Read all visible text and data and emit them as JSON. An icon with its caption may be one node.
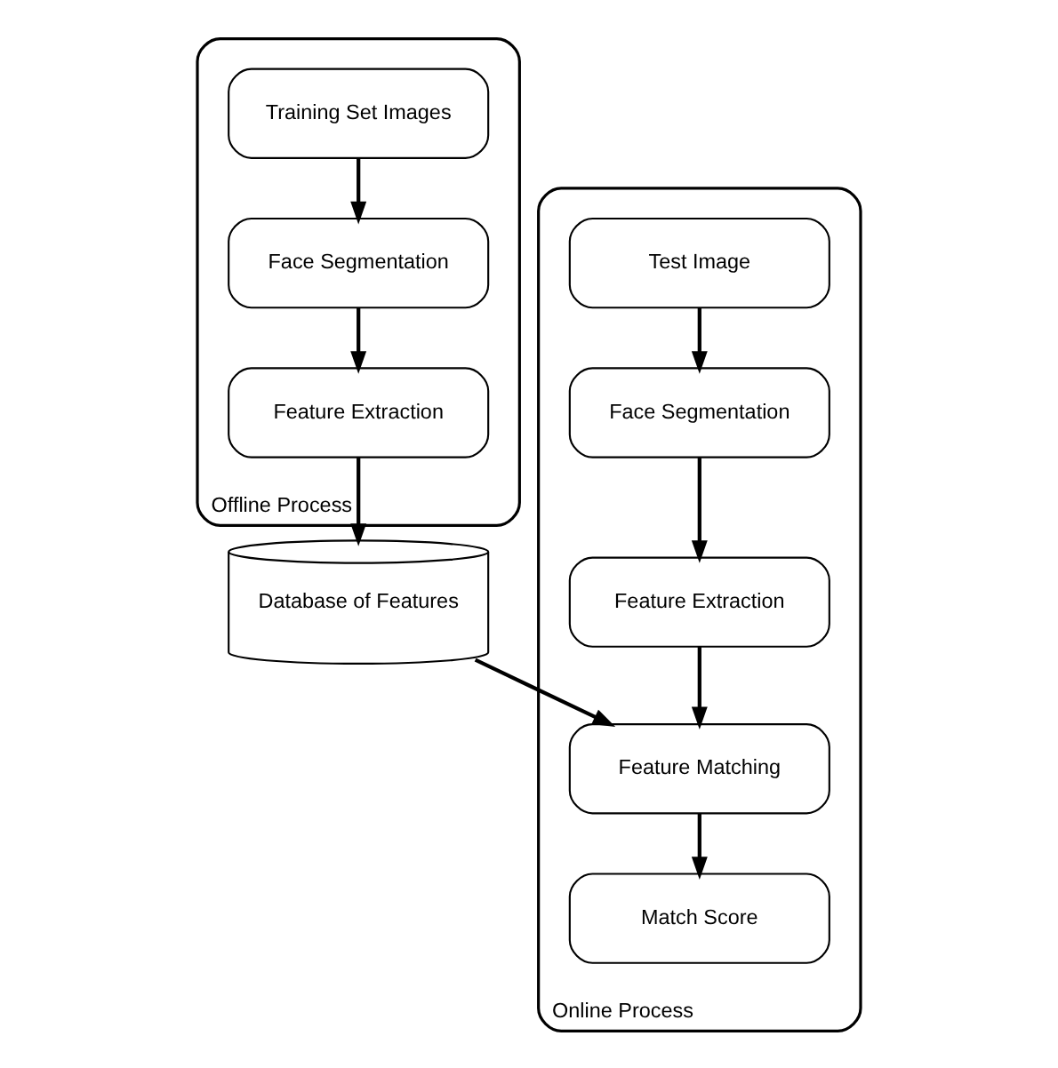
{
  "diagram": {
    "nodes": [
      {
        "text": [
          "Offline Process"
        ]
      },
      {
        "text": [
          "Training Set Images"
        ],
        "in": 0
      },
      {
        "text": [
          "Face Segmentation"
        ],
        "in": 0
      },
      {
        "text": [
          "Feature Extraction"
        ],
        "in": 0
      },
      {
        "text": [
          "Online Process"
        ]
      },
      {
        "text": [
          "Test Image"
        ],
        "in": 4
      },
      {
        "text": [
          "Face Segmentation"
        ],
        "in": 4
      },
      {
        "text": [
          "Feature Extraction"
        ],
        "in": 4
      },
      {
        "text": [
          "Feature Matching"
        ],
        "in": 4
      },
      {
        "text": [
          "Match Score"
        ],
        "in": 4
      },
      {
        "text": [
          "Database of Features"
        ]
      }
    ],
    "edges": [
      {
        "from": 1,
        "to": 2,
        "arrow": "to"
      },
      {
        "from": 2,
        "to": 3,
        "arrow": "to"
      },
      {
        "from": 3,
        "to": 10,
        "arrow": "to"
      },
      {
        "from": 5,
        "to": 6,
        "arrow": "to"
      },
      {
        "from": 6,
        "to": 7,
        "arrow": "to"
      },
      {
        "from": 7,
        "to": 8,
        "arrow": "to"
      },
      {
        "from": 8,
        "to": 9,
        "arrow": "to"
      },
      {
        "from": 10,
        "to": 8,
        "arrow": "to"
      }
    ]
  }
}
